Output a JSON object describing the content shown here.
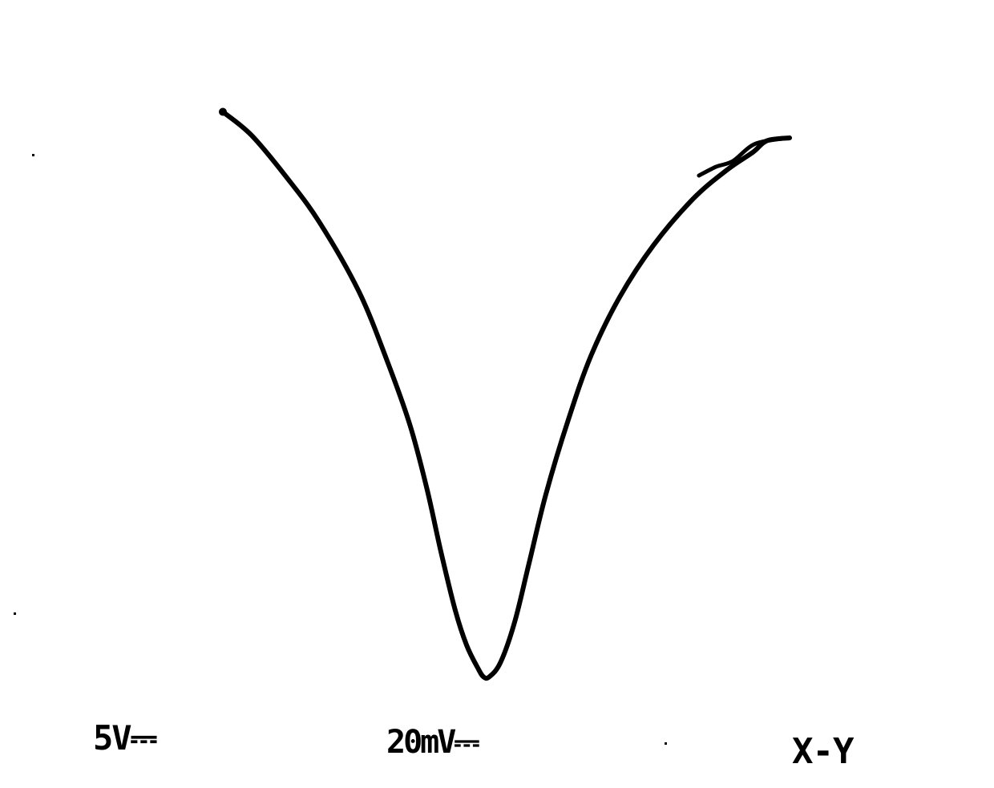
{
  "readouts": {
    "ch1_scale": "5V⎓",
    "ch2_scale": "20mV⎓",
    "mode": "X-Y"
  },
  "colors": {
    "background": "#ffffff",
    "trace": "#000000"
  },
  "chart_data": {
    "type": "line",
    "title": "",
    "xlabel": "",
    "ylabel": "",
    "grid": false,
    "legend": "none",
    "xlim": [
      0,
      1
    ],
    "ylim": [
      0,
      1
    ],
    "series": [
      {
        "x": [
          0.0,
          0.05,
          0.11,
          0.17,
          0.24,
          0.29,
          0.33,
          0.36,
          0.385,
          0.41,
          0.43,
          0.45,
          0.46,
          0.47,
          0.49,
          0.515,
          0.54,
          0.57,
          0.61,
          0.65,
          0.7,
          0.76,
          0.83,
          0.89,
          0.935,
          0.96,
          1.0
        ],
        "y": [
          0.98,
          0.94,
          0.87,
          0.79,
          0.67,
          0.55,
          0.44,
          0.33,
          0.22,
          0.12,
          0.06,
          0.02,
          0.005,
          0.005,
          0.03,
          0.1,
          0.2,
          0.32,
          0.45,
          0.56,
          0.66,
          0.75,
          0.83,
          0.88,
          0.91,
          0.93,
          0.935
        ]
      },
      {
        "x": [
          1.0,
          0.94,
          0.9,
          0.87,
          0.84
        ],
        "y": [
          0.935,
          0.925,
          0.895,
          0.885,
          0.87
        ]
      }
    ]
  }
}
